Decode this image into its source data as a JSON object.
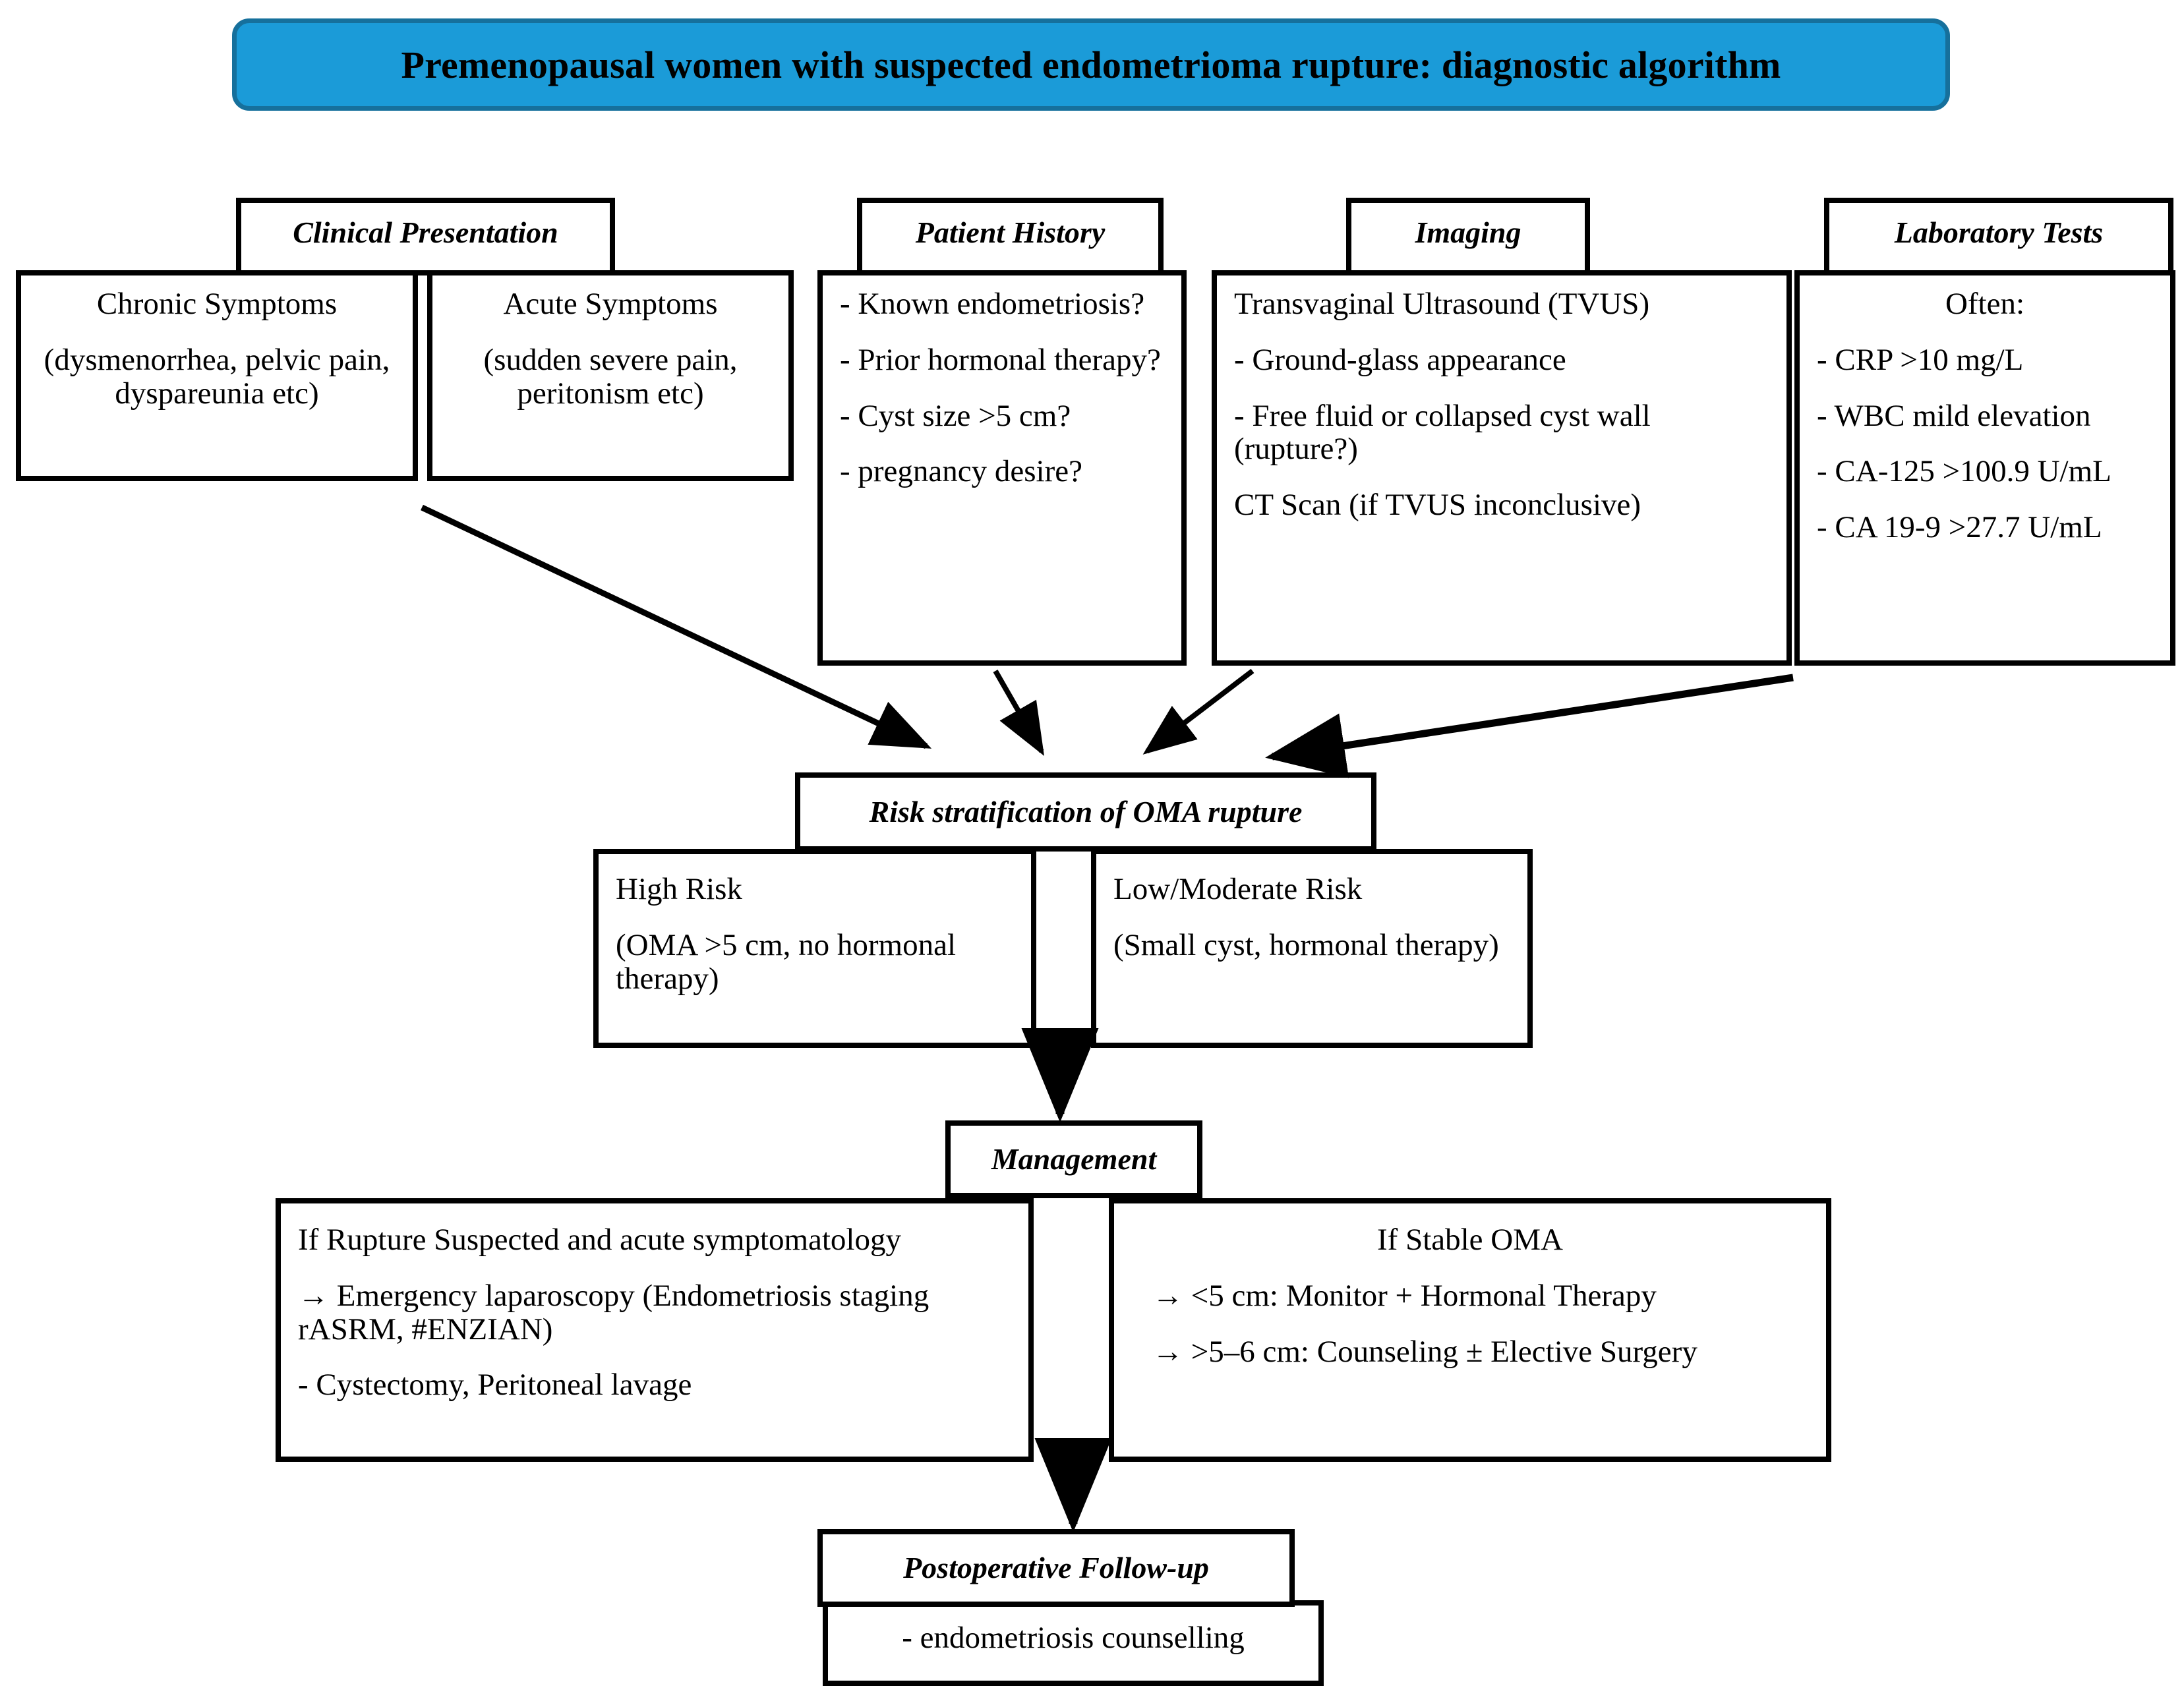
{
  "title": {
    "text": "Premenopausal women with suspected endometrioma rupture: diagnostic algorithm",
    "bg_color": "#1b9bd8",
    "border_color": "#16709c"
  },
  "columns": {
    "clinical_presentation": {
      "header": "Clinical Presentation",
      "sub_boxes": [
        {
          "name": "chronic-symptoms",
          "lines": [
            "Chronic Symptoms",
            "(dysmenorrhea, pelvic pain, dyspareunia etc)"
          ]
        },
        {
          "name": "acute-symptoms",
          "lines": [
            "Acute Symptoms",
            "(sudden severe pain, peritonism etc)"
          ]
        }
      ]
    },
    "patient_history": {
      "header": "Patient History",
      "lines": [
        " - Known endometriosis?",
        "- Prior hormonal therapy?",
        "- Cyst size >5 cm?",
        "- pregnancy desire?"
      ]
    },
    "imaging": {
      "header": "Imaging",
      "lines": [
        "Transvaginal Ultrasound (TVUS)",
        " - Ground-glass appearance",
        "- Free fluid or collapsed cyst wall (rupture?)",
        "CT Scan (if TVUS inconclusive)"
      ]
    },
    "laboratory_tests": {
      "header": "Laboratory Tests",
      "lines": [
        "Often:",
        "- CRP >10 mg/L",
        " - WBC mild elevation",
        " - CA-125 >100.9 U/mL",
        " - CA 19-9 >27.7 U/mL"
      ]
    }
  },
  "risk_stratification": {
    "header": "Risk stratification of OMA rupture",
    "options": [
      {
        "name": "high-risk",
        "lines": [
          " High Risk",
          "(OMA >5 cm, no hormonal therapy)"
        ]
      },
      {
        "name": "low-moderate-risk",
        "lines": [
          "Low/Moderate Risk",
          "(Small cyst, hormonal therapy)"
        ]
      }
    ]
  },
  "management": {
    "header": "Management",
    "options": [
      {
        "name": "rupture-suspected",
        "lines": [
          "If Rupture Suspected and acute symptomatology",
          " → Emergency laparoscopy (Endometriosis staging rASRM, #ENZIAN)",
          " - Cystectomy, Peritoneal lavage"
        ]
      },
      {
        "name": "stable-oma",
        "lines": [
          "If Stable OMA",
          "→ <5 cm: Monitor + Hormonal Therapy",
          "→ >5–6 cm: Counseling ± Elective Surgery"
        ]
      }
    ]
  },
  "postoperative_follow_up": {
    "header": "Postoperative Follow-up",
    "lines": [
      "- endometriosis counselling"
    ]
  }
}
